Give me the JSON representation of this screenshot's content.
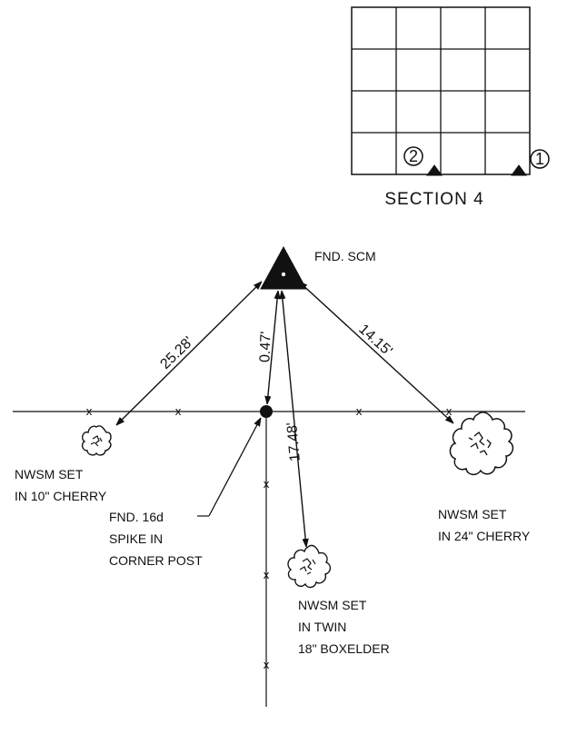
{
  "section": {
    "title": "SECTION 4",
    "marker_1": "1",
    "marker_2": "2"
  },
  "monument": {
    "label": "FND. SCM"
  },
  "corner_post": {
    "label": [
      "FND. 16d",
      "SPIKE IN",
      "CORNER POST"
    ]
  },
  "witnesses": {
    "left": {
      "label": [
        "NWSM SET",
        "IN 10\" CHERRY"
      ],
      "distance": "25.28'"
    },
    "right": {
      "label": [
        "NWSM SET",
        "IN 24\" CHERRY"
      ],
      "distance": "14.15'"
    },
    "bottom": {
      "label": [
        "NWSM SET",
        "IN TWIN",
        "18\" BOXELDER"
      ],
      "distance": "17.48'"
    },
    "post": {
      "distance": "0.47'"
    }
  },
  "fence_marker": "x",
  "colors": {
    "ink": "#111111",
    "background": "#ffffff"
  }
}
